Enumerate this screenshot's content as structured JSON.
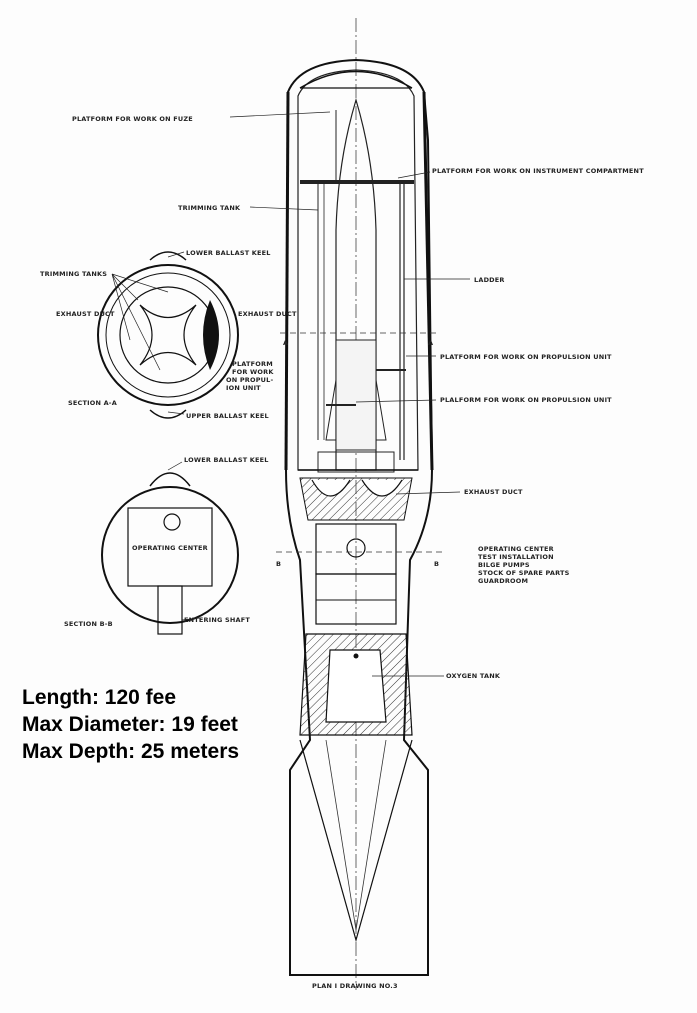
{
  "labels": {
    "fuze_platform": "PLATFORM FOR WORK ON FUZE",
    "instrument_platform": "PLATFORM FOR WORK ON INSTRUMENT COMPARTMENT",
    "trimming_tank": "TRIMMING TANK",
    "lower_ballast_keel_a": "LOWER BALLAST KEEL",
    "trimming_tanks": "TRIMMING TANKS",
    "exhaust_duct_left": "EXHAUST DUCT",
    "exhaust_duct_right": "EXHAUST DUCT",
    "ladder": "LADDER",
    "platform_propulsion_section_lines": [
      "PLATFORM",
      "FOR WORK",
      "ON PROPUL-",
      "ION UNIT"
    ],
    "section_a": "SECTION A-A",
    "upper_ballast_keel": "UPPER BALLAST KEEL",
    "propulsion_platform_1": "PLATFORM FOR WORK ON PROPULSION UNIT",
    "propulsion_platform_2": "PLALFORM FOR WORK ON PROPULSION UNIT",
    "lower_ballast_keel_b": "LOWER BALLAST KEEL",
    "exhaust_duct_main": "EXHAUST DUCT",
    "operating_center_section": "OPERATING CENTER",
    "operating_center_list": [
      "OPERATING CENTER",
      "TEST INSTALLATION",
      "BILGE PUMPS",
      "STOCK OF SPARE PARTS",
      "GUARDROOM"
    ],
    "section_b": "SECTION B-B",
    "entering_shaft": "ENTERING SHAFT",
    "oxygen_tank": "OXYGEN TANK",
    "marker_a_left": "A",
    "marker_a_right": "A",
    "marker_b_left": "B",
    "marker_b_right": "B",
    "footer": "PLAN I    DRAWING NO.3"
  },
  "specs": {
    "length": "Length: 120 fee",
    "diameter": "Max Diameter: 19 feet",
    "depth": "Max Depth: 25 meters"
  }
}
